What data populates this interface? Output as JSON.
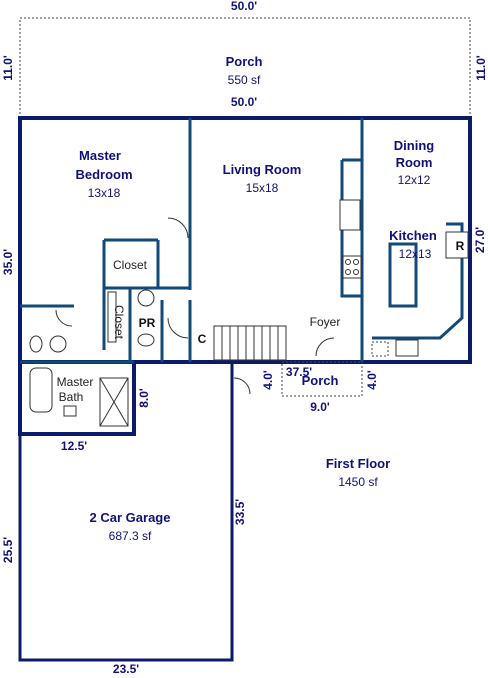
{
  "dimensions": {
    "porch_top_width": "50.0'",
    "porch_left_depth": "11.0'",
    "porch_right_depth": "11.0'",
    "house_top_width": "50.0'",
    "house_left_depth": "35.0'",
    "house_right_depth": "27.0'",
    "front_width": "37.5'",
    "front_porch_left": "4.0'",
    "front_porch_right": "4.0'",
    "front_porch_width": "9.0'",
    "bath_depth": "8.0'",
    "bath_width": "12.5'",
    "garage_left_depth": "25.5'",
    "garage_right_depth": "33.5'",
    "garage_width": "23.5'"
  },
  "rooms": {
    "porch": {
      "name": "Porch",
      "size": "550 sf"
    },
    "master_bedroom": {
      "line1": "Master",
      "line2": "Bedroom",
      "size": "13x18"
    },
    "living_room": {
      "name": "Living Room",
      "size": "15x18"
    },
    "dining_room": {
      "line1": "Dining",
      "line2": "Room",
      "size": "12x12"
    },
    "kitchen": {
      "name": "Kitchen",
      "size": "12x13"
    },
    "closet_upper": "Closet",
    "closet_lower": "Closet",
    "powder_room": "PR",
    "coat_closet": "C",
    "foyer": "Foyer",
    "front_porch": "Porch",
    "master_bath": {
      "line1": "Master",
      "line2": "Bath"
    },
    "refrigerator": "R",
    "garage": {
      "name": "2 Car Garage",
      "size": "687.3 sf"
    }
  },
  "summary": {
    "title": "First Floor",
    "area": "1450 sf"
  }
}
